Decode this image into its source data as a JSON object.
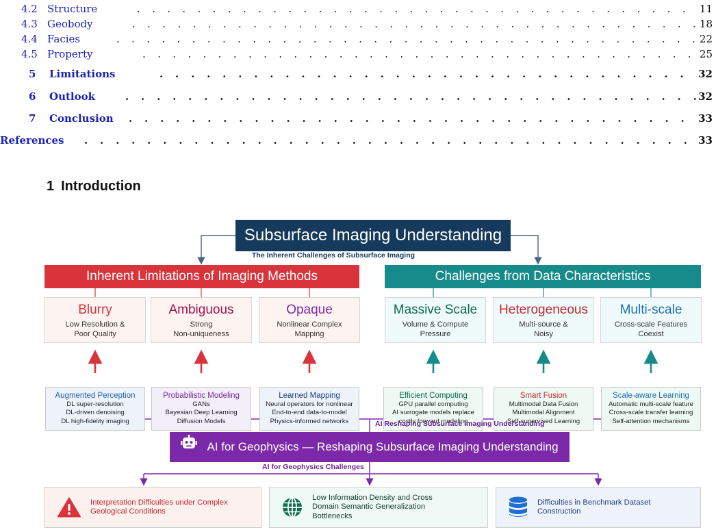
{
  "toc": {
    "rows": [
      {
        "num": "4.2",
        "title": "Structure",
        "page": "11"
      },
      {
        "num": "4.3",
        "title": "Geobody",
        "page": "18"
      },
      {
        "num": "4.4",
        "title": "Facies",
        "page": "22"
      },
      {
        "num": "4.5",
        "title": "Property",
        "page": "25"
      },
      {
        "num": "5",
        "title": "Limitations",
        "page": "32"
      },
      {
        "num": "6",
        "title": "Outlook",
        "page": "32"
      },
      {
        "num": "7",
        "title": "Conclusion",
        "page": "33"
      },
      {
        "num": "",
        "title": "References",
        "page": "33"
      }
    ]
  },
  "section": {
    "number": "1",
    "title": "Introduction"
  },
  "figure": {
    "top_title": "Subsurface Imaging Understanding",
    "top_caption": "The Inherent Challenges of Subsurface Imaging",
    "left_banner": "Inherent Limitations of Imaging Methods",
    "right_banner": "Challenges from Data Characteristics",
    "problems": [
      {
        "title": "Blurry",
        "sub1": "Low Resolution &",
        "sub2": "Poor Quality",
        "color": "#d9343b"
      },
      {
        "title": "Ambiguous",
        "sub1": "Strong",
        "sub2": "Non-uniqueness",
        "color": "#a3124e"
      },
      {
        "title": "Opaque",
        "sub1": "Nonlinear Complex",
        "sub2": "Mapping",
        "color": "#7b29a8"
      },
      {
        "title": "Massive Scale",
        "sub1": "Volume & Compute",
        "sub2": "Pressure",
        "color": "#0f6b51"
      },
      {
        "title": "Heterogeneous",
        "sub1": "Multi-source &",
        "sub2": "Noisy",
        "color": "#c4262e"
      },
      {
        "title": "Multi-scale",
        "sub1": "Cross-scale Features",
        "sub2": "Coexist",
        "color": "#1f6fb2"
      }
    ],
    "solutions": [
      {
        "title": "Augmented Perception",
        "lines": [
          "DL super-resolution",
          "DL-driven denoising",
          "DL high-fidelity imaging"
        ],
        "color": "#1f5fb0"
      },
      {
        "title": "Probabilistic Modeling",
        "lines": [
          "GANs",
          "Bayesian Deep Learning",
          "Diffusion Models"
        ],
        "color": "#7b29a8"
      },
      {
        "title": "Learned Mapping",
        "lines": [
          "Neural operators for nonlinear",
          "End-to-end data-to-model",
          "Physics-informed networks"
        ],
        "color": "#1f3f80"
      },
      {
        "title": "Efficient Computing",
        "lines": [
          "GPU parallel computing",
          "AI surrogate models replace",
          "costly forward modeling"
        ],
        "color": "#0f6b51"
      },
      {
        "title": "Smart Fusion",
        "lines": [
          "Multimodal Data Fusion",
          "Multimodal Alignment",
          "Self-supervised Learning"
        ],
        "color": "#c4262e"
      },
      {
        "title": "Scale-aware Learning",
        "lines": [
          "Automatic multi-scale feature",
          "Cross-scale transfer learning",
          "Self-attention mechanisms"
        ],
        "color": "#1f6fb2"
      }
    ],
    "reshaping_caption": "AI Reshaping Subsurface Imaging Understanding",
    "ai_title": "AI for Geophysics — Reshaping Subsurface Imaging Understanding",
    "ai_caption": "AI for Geophysics Challenges",
    "challenges": [
      {
        "line1": "Interpretation Difficulties under Complex",
        "line2": "Geological Conditions",
        "line3": "",
        "icon": "warning-icon"
      },
      {
        "line1": "Low Information Density and Cross",
        "line2": "Domain Semantic Generalization",
        "line3": "Bottlenecks",
        "icon": "globe-icon"
      },
      {
        "line1": "Difficulties in Benchmark Dataset",
        "line2": "Construction",
        "line3": "",
        "icon": "database-icon"
      }
    ],
    "colors": {
      "navy": "#153a5c",
      "red": "#d9343b",
      "teal": "#178b8b",
      "purple": "#7b29a8"
    }
  }
}
